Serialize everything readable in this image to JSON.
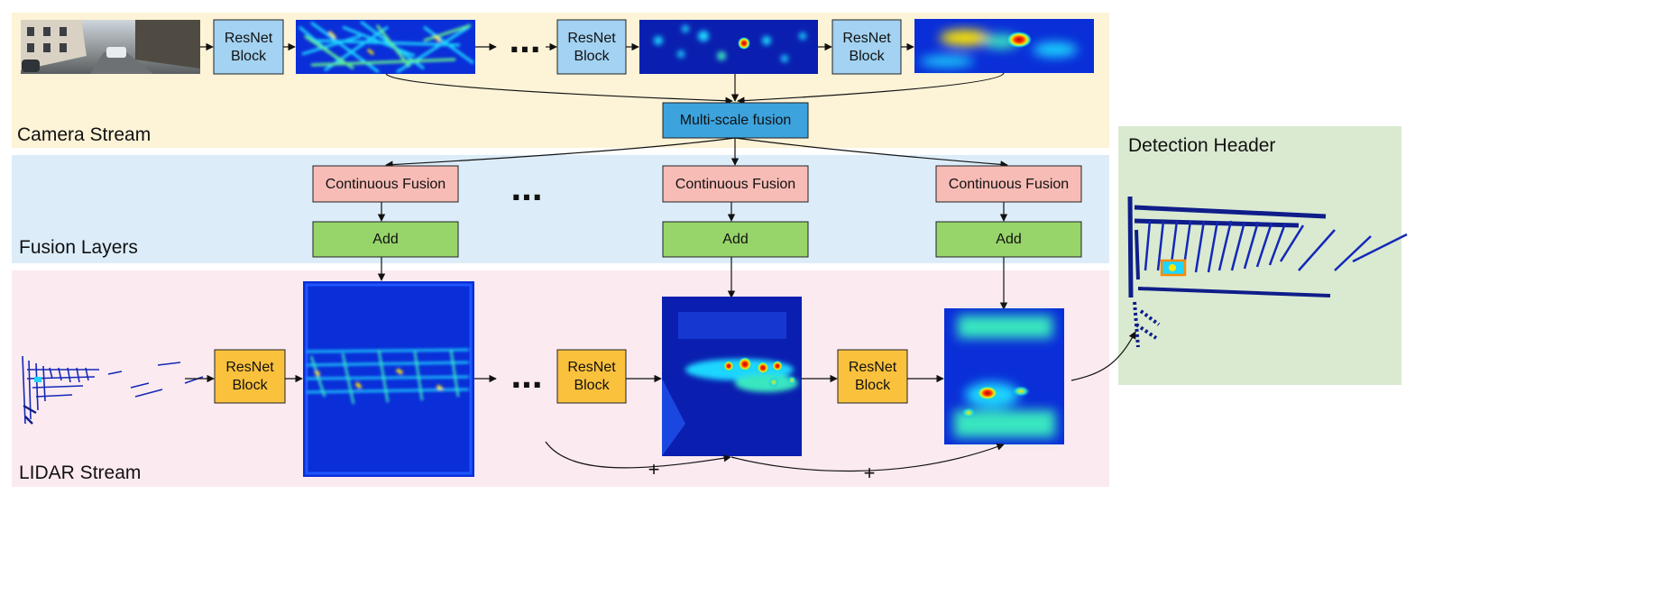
{
  "sections": {
    "camera": "Camera Stream",
    "fusion": "Fusion Layers",
    "lidar": "LIDAR Stream",
    "detection": "Detection Header"
  },
  "blocks": {
    "resnet_line1": "ResNet",
    "resnet_line2": "Block",
    "multiscale": "Multi-scale fusion",
    "continuous_fusion": "Continuous Fusion",
    "add": "Add"
  },
  "symbols": {
    "ellipsis": "...",
    "plus": "+"
  },
  "colors": {
    "camera_band": "#fdf3d7",
    "fusion_band": "#dcedf9",
    "lidar_band": "#fbeaf0",
    "detection_panel": "#d9ead1",
    "resnet_camera": "#a3d2f2",
    "resnet_lidar": "#fac13d",
    "multiscale": "#3ca3dd",
    "continuous_fusion": "#f8bcb6",
    "add": "#97d46a",
    "feature_map_base": "#0a2ed8"
  }
}
